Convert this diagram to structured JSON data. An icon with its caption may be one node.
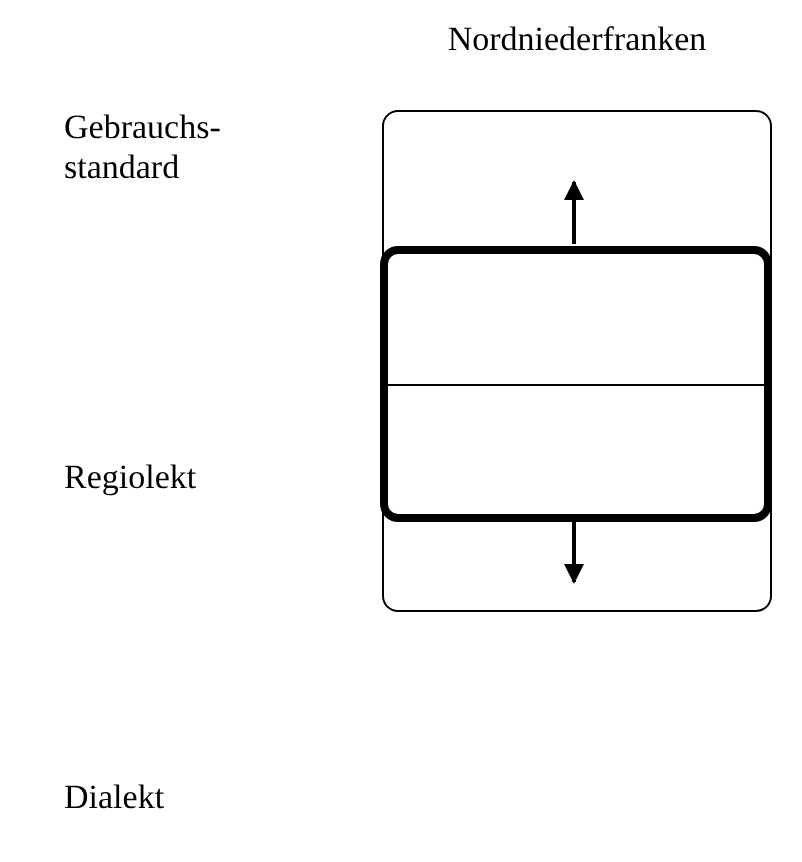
{
  "diagram": {
    "nodes": [
      {
        "text": [
          "Nordniederfranken"
        ]
      },
      {
        "text": [],
        "shape": "box",
        "in": 0
      },
      {
        "text": [],
        "shape": "box",
        "in": 0
      }
    ],
    "edges": [
      {
        "from": 1,
        "to": null,
        "arrow": "to"
      },
      {
        "from": 2,
        "to": null,
        "arrow": "to"
      }
    ],
    "labels": [
      "Gebrauchs- standard",
      "Regiolekt",
      "Dialekt"
    ]
  }
}
